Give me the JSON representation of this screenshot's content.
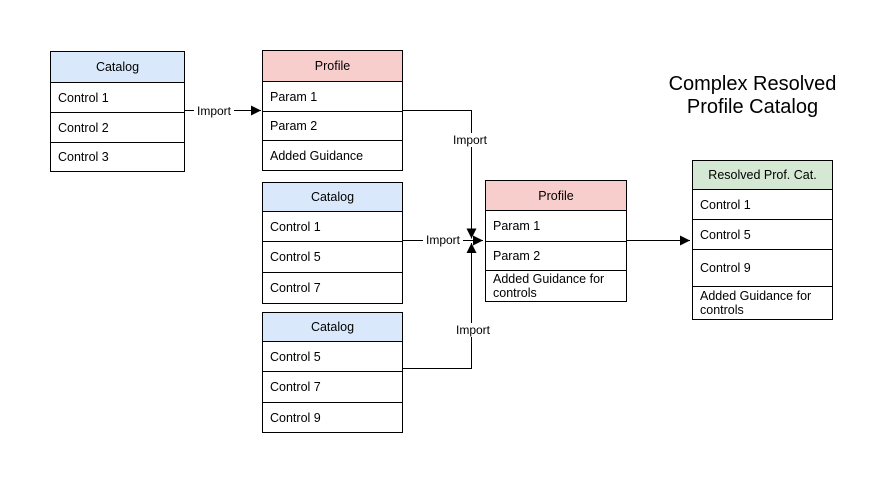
{
  "title": "Complex Resolved Profile Catalog",
  "colors": {
    "catalog_header_fill": "#dae8fc",
    "profile_header_fill": "#f8cecc",
    "resolved_header_fill": "#d5e8d4",
    "border": "#000000",
    "background": "#ffffff"
  },
  "tables": {
    "catalog1": {
      "header": "Catalog",
      "rows": [
        "Control 1",
        "Control 2",
        "Control 3"
      ]
    },
    "profile1": {
      "header": "Profile",
      "rows": [
        "Param 1",
        "Param 2",
        "Added Guidance"
      ]
    },
    "catalog2": {
      "header": "Catalog",
      "rows": [
        "Control 1",
        "Control 5",
        "Control 7"
      ]
    },
    "catalog3": {
      "header": "Catalog",
      "rows": [
        "Control 5",
        "Control 7",
        "Control 9"
      ]
    },
    "profile2": {
      "header": "Profile",
      "rows": [
        "Param 1",
        "Param 2",
        "Added Guidance for controls"
      ]
    },
    "resolved": {
      "header": "Resolved Prof. Cat.",
      "rows": [
        "Control 1",
        "Control 5",
        "Control 9",
        "Added Guidance for controls"
      ]
    }
  },
  "connectors": [
    {
      "from": "catalog-1",
      "to": "profile-1",
      "label": "Import"
    },
    {
      "from": "profile-1",
      "to": "profile-2",
      "label": "Import"
    },
    {
      "from": "catalog-2",
      "to": "profile-2",
      "label": "Import"
    },
    {
      "from": "catalog-3",
      "to": "profile-2",
      "label": "Import"
    },
    {
      "from": "profile-2",
      "to": "resolved-profile-catalog",
      "label": ""
    }
  ]
}
